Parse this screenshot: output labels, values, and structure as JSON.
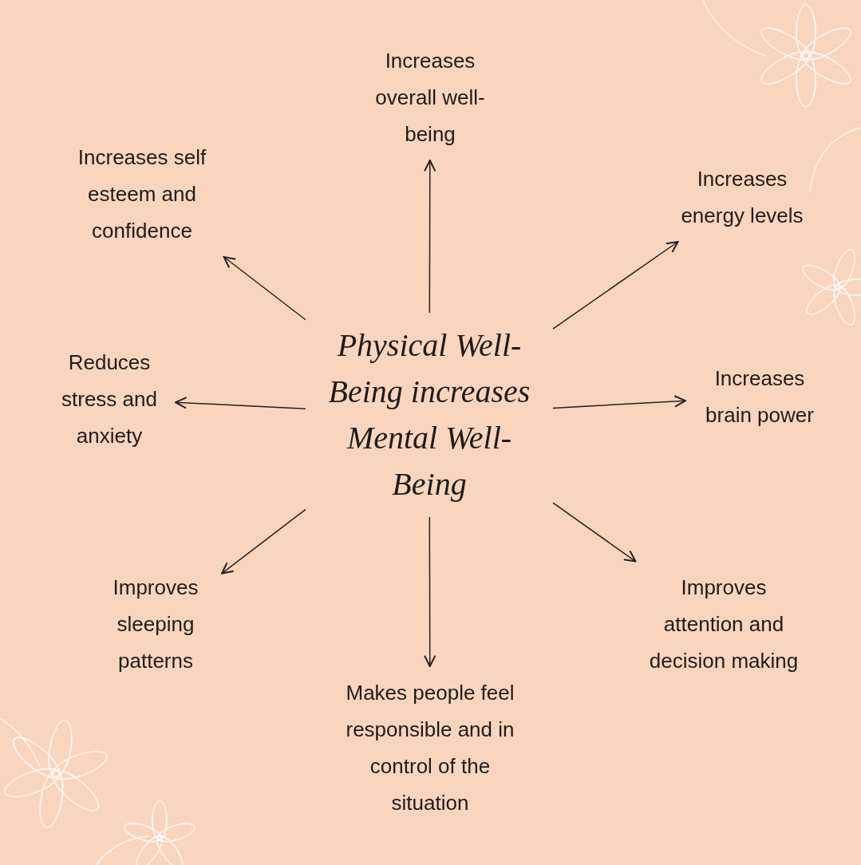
{
  "diagram": {
    "nodes": [
      {
        "text": [
          "Physical Well-Being increases Mental Well-Being"
        ]
      },
      {
        "text": [
          "Increases overall well-being"
        ]
      },
      {
        "text": [
          "Increases self esteem and confidence"
        ]
      },
      {
        "text": [
          "Increases energy levels"
        ]
      },
      {
        "text": [
          "Reduces stress and anxiety"
        ]
      },
      {
        "text": [
          "Increases brain power"
        ]
      },
      {
        "text": [
          "Improves sleeping patterns"
        ]
      },
      {
        "text": [
          "Improves attention and decision making"
        ]
      },
      {
        "text": [
          "Makes people feel responsible and in control of the situation"
        ]
      }
    ],
    "edges": [
      {
        "from": 0,
        "to": 1,
        "arrow": "to"
      },
      {
        "from": 0,
        "to": 2,
        "arrow": "to"
      },
      {
        "from": 0,
        "to": 3,
        "arrow": "to"
      },
      {
        "from": 0,
        "to": 4,
        "arrow": "to"
      },
      {
        "from": 0,
        "to": 5,
        "arrow": "to"
      },
      {
        "from": 0,
        "to": 6,
        "arrow": "to"
      },
      {
        "from": 0,
        "to": 7,
        "arrow": "to"
      },
      {
        "from": 0,
        "to": 8,
        "arrow": "to"
      }
    ]
  }
}
